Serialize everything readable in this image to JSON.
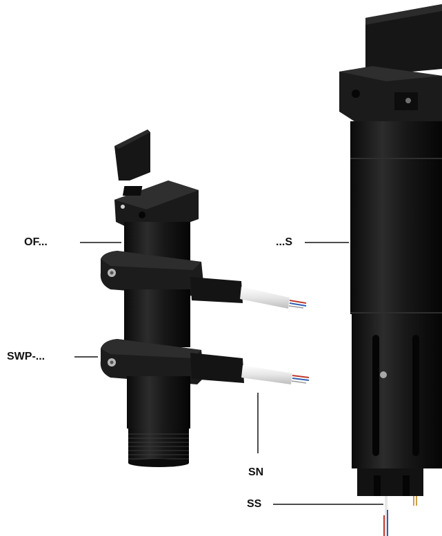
{
  "labels": {
    "of": "OF...",
    "swp": "SWP-...",
    "s": "...S",
    "sn": "SN",
    "ss": "SS"
  },
  "colors": {
    "body": "#141414",
    "body_mid": "#242424",
    "highlight": "#3a3a3a",
    "cable_jacket": "#e8e8e8",
    "wire_red": "#c0392b",
    "wire_blue": "#2f5fb3",
    "wire_gray": "#9a9a9a",
    "screw": "#b8b8b8",
    "leader": "#111111"
  }
}
